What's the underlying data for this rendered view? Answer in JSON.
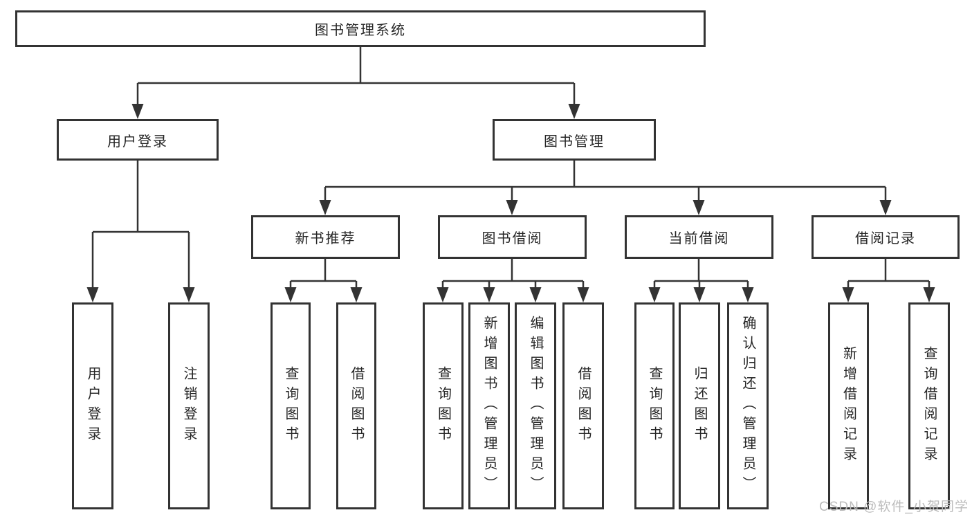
{
  "diagram": {
    "root_label": "图书管理系统",
    "branches": [
      {
        "label": "用户登录",
        "children": [
          {
            "label": "用户登录"
          },
          {
            "label": "注销登录"
          }
        ]
      },
      {
        "label": "图书管理",
        "children": [
          {
            "label": "新书推荐",
            "children": [
              {
                "label": "查询图书"
              },
              {
                "label": "借阅图书"
              }
            ]
          },
          {
            "label": "图书借阅",
            "children": [
              {
                "label": "查询图书"
              },
              {
                "label": "新增图书（管理员）"
              },
              {
                "label": "编辑图书（管理员）"
              },
              {
                "label": "借阅图书"
              }
            ]
          },
          {
            "label": "当前借阅",
            "children": [
              {
                "label": "查询图书"
              },
              {
                "label": "归还图书"
              },
              {
                "label": "确认归还（管理员）"
              }
            ]
          },
          {
            "label": "借阅记录",
            "children": [
              {
                "label": "新增借阅记录"
              },
              {
                "label": "查询借阅记录"
              }
            ]
          }
        ]
      }
    ],
    "watermark": "CSDN @软件_小贺同学",
    "colors": {
      "line": "#333333",
      "text": "#262626",
      "watermark": "#bcbcbc",
      "background": "#ffffff"
    }
  }
}
